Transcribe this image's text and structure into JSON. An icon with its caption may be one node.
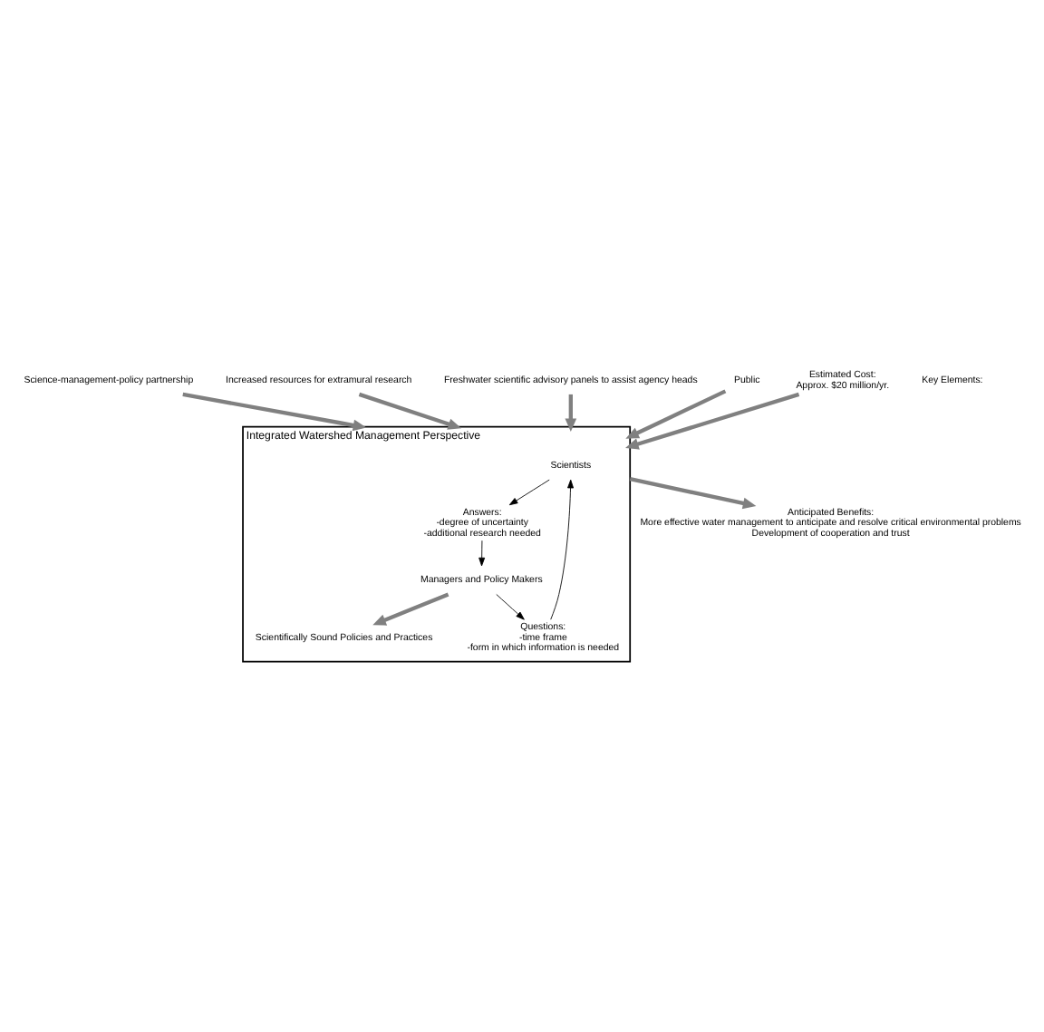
{
  "diagram": {
    "nodes": [
      {
        "text": [
          "Integrated Watershed Management Perspective"
        ]
      },
      {
        "text": [
          "Scientists"
        ],
        "in": 0
      },
      {
        "text": [
          "Questions:",
          "-time frame",
          "-form in which information is needed"
        ],
        "in": 0
      },
      {
        "text": [
          "Answers:",
          "-degree of uncertainty",
          "-additional research needed"
        ],
        "in": 0
      },
      {
        "text": [
          "Managers and Policy Makers"
        ],
        "in": 0
      },
      {
        "text": [
          "Scientifically Sound Policies and Practices"
        ],
        "in": 0
      },
      {
        "text": [
          "Science-management-policy partnership"
        ]
      },
      {
        "text": [
          "Increased resources for extramural research"
        ]
      },
      {
        "text": [
          "Freshwater scientific advisory panels to assist agency heads"
        ]
      },
      {
        "text": [
          "Public"
        ]
      },
      {
        "text": [
          "Estimated Cost:",
          "Approx. $20 million/yr."
        ]
      },
      {
        "text": [
          "Anticipated Benefits:",
          "More effective water management to anticipate and resolve critical environmental problems",
          "Development of cooperation and trust"
        ]
      }
    ],
    "edges": [
      {
        "from": 2,
        "to": 1,
        "arrow": "to",
        "color": "#000000"
      },
      {
        "from": 1,
        "to": 3,
        "arrow": "to",
        "color": "#000000"
      },
      {
        "from": 4,
        "to": 2,
        "arrow": "to",
        "color": "#000000"
      },
      {
        "from": 3,
        "to": 4,
        "arrow": "to",
        "color": "#000000"
      },
      {
        "from": 4,
        "to": 5,
        "arrow": "to"
      },
      {
        "from": 6,
        "to": 0,
        "arrow": "to"
      },
      {
        "from": 7,
        "to": 0,
        "arrow": "to"
      },
      {
        "from": 8,
        "to": 0,
        "arrow": "to"
      },
      {
        "from": 9,
        "to": 0,
        "arrow": "to"
      },
      {
        "from": 10,
        "to": 0,
        "arrow": "to"
      },
      {
        "from": 0,
        "to": 11,
        "arrow": "to"
      }
    ],
    "labels": [
      "Key Elements:"
    ]
  }
}
